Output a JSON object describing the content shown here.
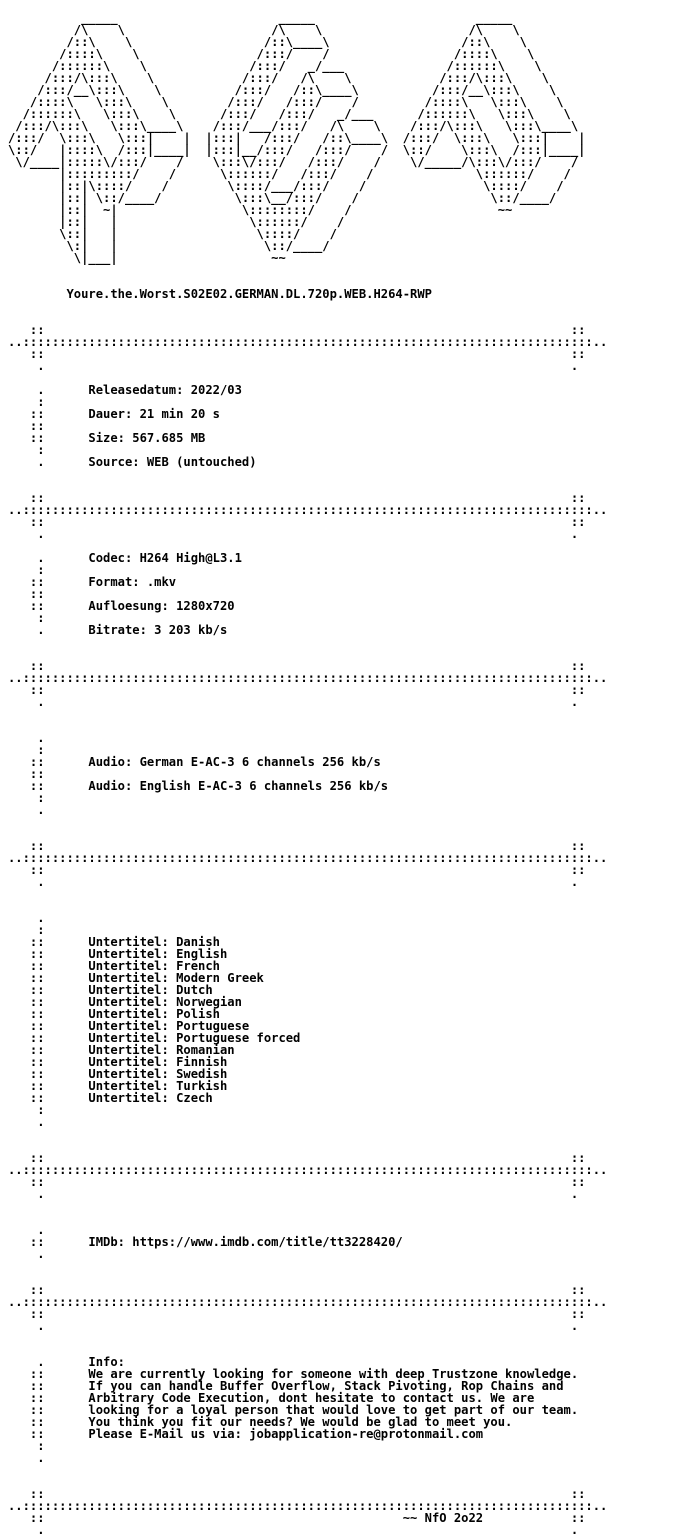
{
  "logo_text": "RWP",
  "release_name": "Youre.the.Worst.S02E02.GERMAN.DL.720p.WEB.H264-RWP",
  "general": {
    "releasedatum": "Releasedatum: 2022/03",
    "dauer": "Dauer: 21 min 20 s",
    "size": "Size: 567.685 MB",
    "source": "Source: WEB (untouched)"
  },
  "video": {
    "codec": "Codec: H264 High@L3.1",
    "format": "Format: .mkv",
    "aufloesung": "Aufloesung: 1280x720",
    "bitrate": "Bitrate: 3 203 kb/s"
  },
  "audio": [
    "Audio: German E-AC-3 6 channels 256 kb/s",
    "Audio: English E-AC-3 6 channels 256 kb/s"
  ],
  "subtitles": [
    "Untertitel: Danish",
    "Untertitel: English",
    "Untertitel: French",
    "Untertitel: Modern Greek",
    "Untertitel: Dutch",
    "Untertitel: Norwegian",
    "Untertitel: Polish",
    "Untertitel: Portuguese",
    "Untertitel: Portuguese forced",
    "Untertitel: Romanian",
    "Untertitel: Finnish",
    "Untertitel: Swedish",
    "Untertitel: Turkish",
    "Untertitel: Czech"
  ],
  "imdb": "IMDb: https://www.imdb.com/title/tt3228420/",
  "info": [
    "Info:",
    "We are currently looking for someone with deep Trustzone knowledge.",
    "If you can handle Buffer Overflow, Stack Pivoting, Rop Chains and",
    "Arbitrary Code Execution, dont hesitate to contact us. We are",
    "looking for a loyal person that would love to get part of our team.",
    "You think you fit our needs? We would be glad to meet you.",
    "Please E-Mail us via: jobapplication-re@protonmail.com"
  ],
  "footer": "~~ NfO 2o22"
}
